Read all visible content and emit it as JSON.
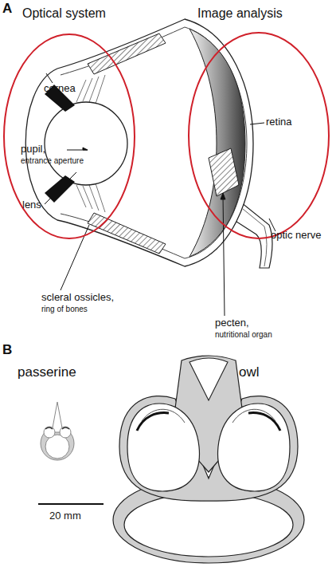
{
  "diagram": {
    "nodes": [
      {
        "text": [
          "Optical system"
        ]
      },
      {
        "text": [
          "Image analysis"
        ]
      }
    ],
    "labels": [
      "A",
      "cornea",
      "pupil,",
      "entrance aperture",
      "lens",
      "scleral ossicles,",
      "ring of bones",
      "retina",
      "optic nerve",
      "pecten,",
      "nutritional organ",
      "B",
      "passerine",
      "owl",
      "20 mm"
    ]
  }
}
